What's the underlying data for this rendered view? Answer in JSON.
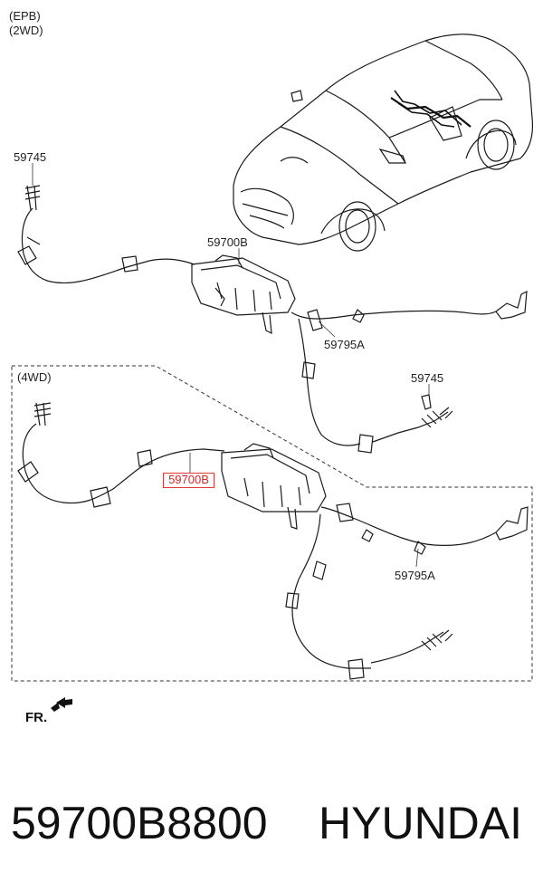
{
  "header": {
    "system": "(EPB)",
    "drive": "(2WD)"
  },
  "section_4wd": {
    "label": "(4WD)"
  },
  "callouts": {
    "cable_2wd_left": "59745",
    "actuator_2wd": "59700B",
    "cable_2wd_right": "59795A",
    "cable_4wd_left": "59745",
    "actuator_4wd_highlighted": "59700B",
    "cable_4wd_right": "59795A"
  },
  "direction": {
    "label": "FR."
  },
  "footer": {
    "part_number": "59700B8800",
    "brand": "HYUNDAI"
  },
  "colors": {
    "line": "#1a1a1a",
    "highlight": "#e03a3a"
  }
}
